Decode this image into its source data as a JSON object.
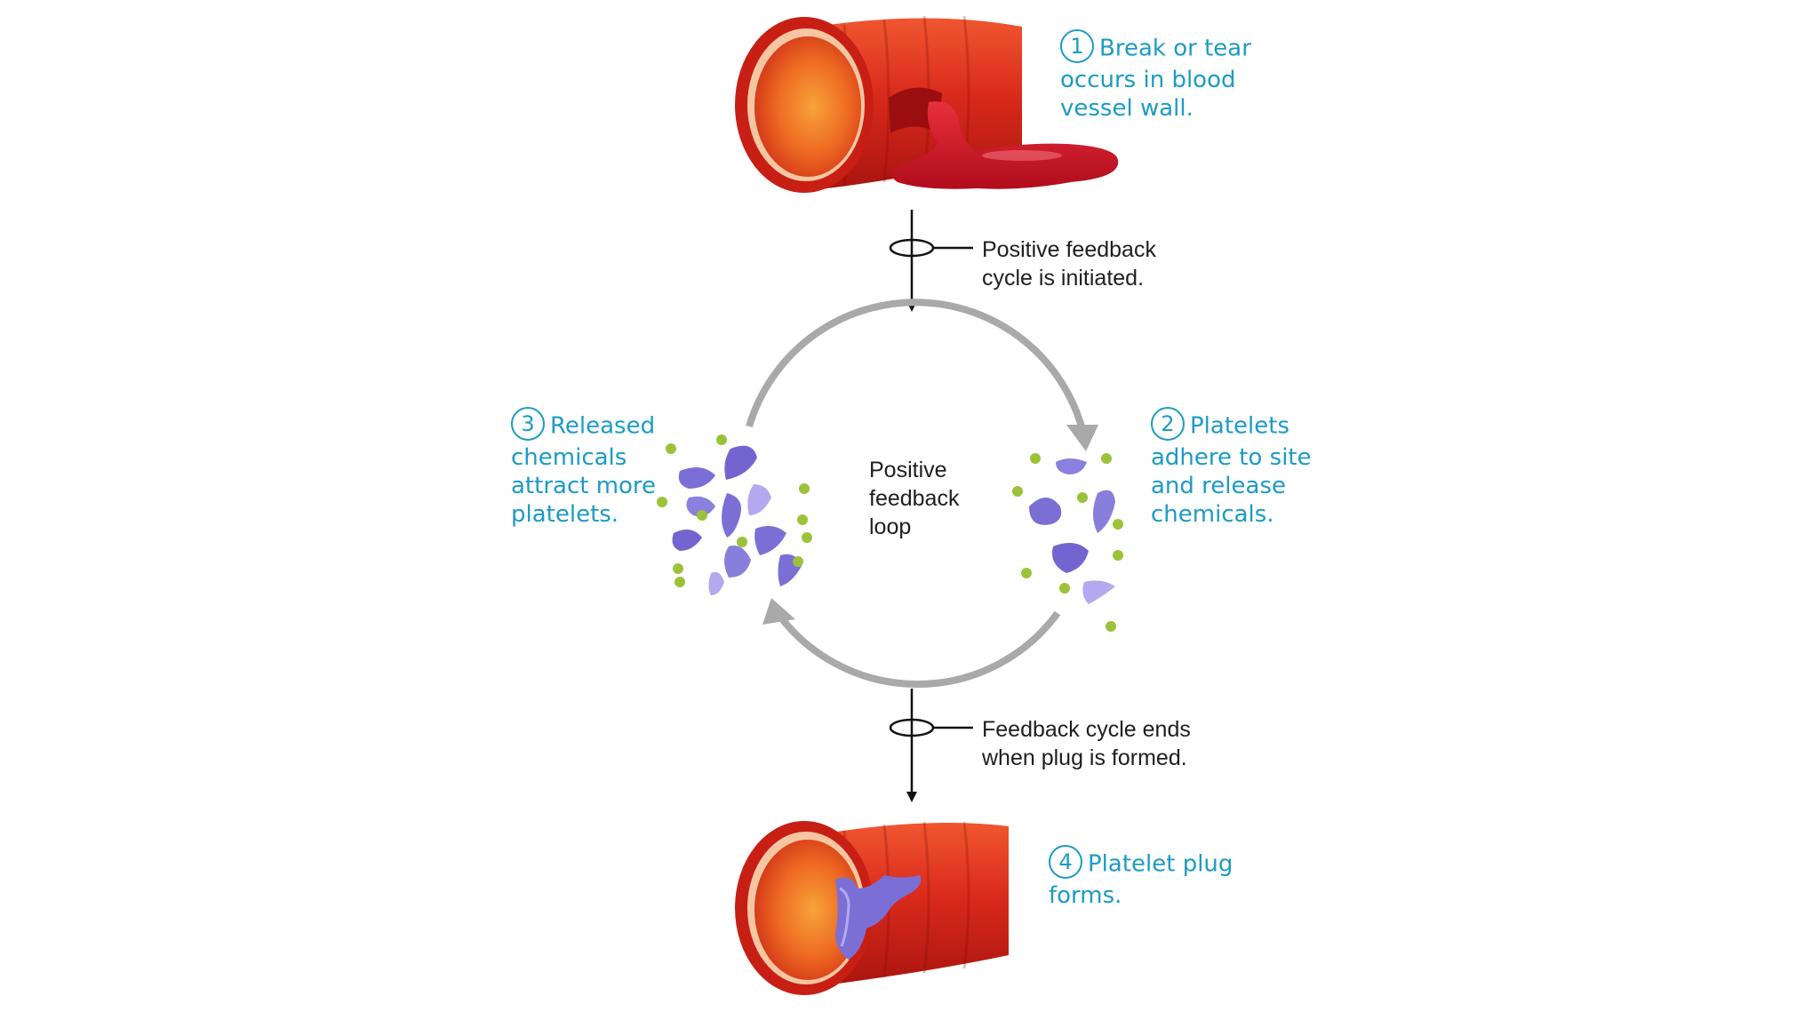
{
  "steps": [
    {
      "num": "1",
      "lines": [
        "Break or tear",
        "occurs in blood",
        "vessel wall."
      ]
    },
    {
      "num": "2",
      "lines": [
        "Platelets",
        "adhere to site",
        "and release",
        "chemicals."
      ]
    },
    {
      "num": "3",
      "lines": [
        "Released",
        "chemicals",
        "attract more",
        "platelets."
      ]
    },
    {
      "num": "4",
      "lines": [
        "Platelet plug",
        "forms."
      ]
    }
  ],
  "notes": {
    "start": [
      "Positive feedback",
      "cycle is initiated."
    ],
    "end": [
      "Feedback cycle ends",
      "when plug is formed."
    ],
    "loop": [
      "Positive",
      "feedback",
      "loop"
    ]
  },
  "colors": {
    "step_text": "#1c9bc4",
    "vessel": "#d62a1f",
    "blood": "#c8121f",
    "platelet": "#7b6fd6",
    "chemical": "#9cc23a",
    "cycle_arrow": "#a9a9a9"
  }
}
